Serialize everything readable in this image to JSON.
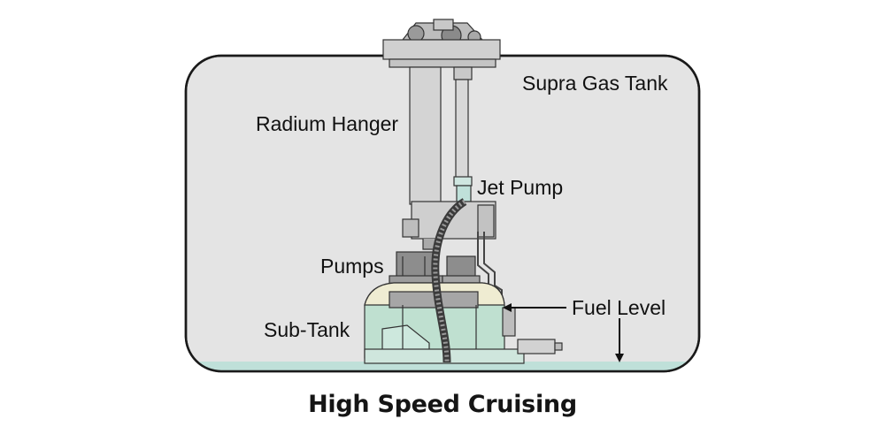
{
  "labels": {
    "tank": "Supra Gas Tank",
    "hanger": "Radium Hanger",
    "jet_pump": "Jet Pump",
    "pumps": "Pumps",
    "sub_tank": "Sub-Tank",
    "fuel_level": "Fuel Level"
  },
  "caption": "High Speed Cruising",
  "colors": {
    "tank_fill": "#e4e4e4",
    "fuel": "#bfe0d9",
    "sub_tank_fuel": "#bfe0d0",
    "sub_tank_top": "#efecd2",
    "metal": "#cfcfcf",
    "hose": "#555555",
    "outline": "#222222"
  },
  "icons": [
    "fuel-level-arrow-icon",
    "fuel-level-down-arrow-icon"
  ]
}
